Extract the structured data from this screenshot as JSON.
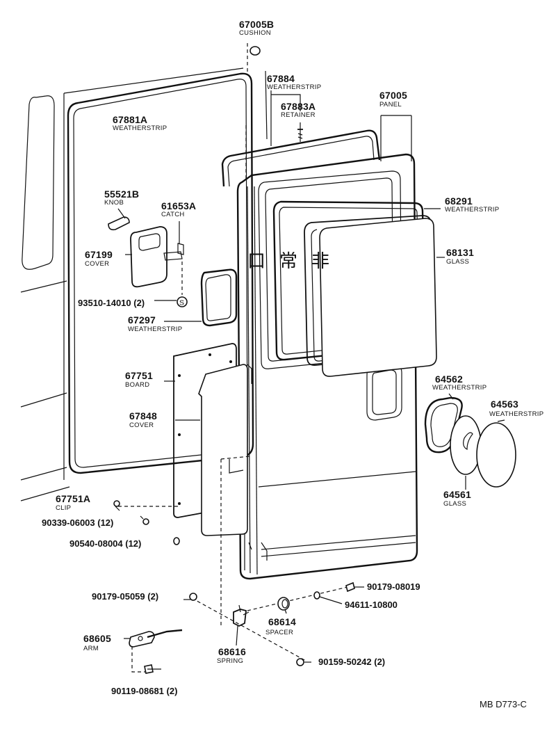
{
  "parts": [
    {
      "id": "p67005B",
      "number": "67005B",
      "name": "CUSHION"
    },
    {
      "id": "p67884",
      "number": "67884",
      "name": "WEATHERSTRIP"
    },
    {
      "id": "p67883A",
      "number": "67883A",
      "name": "RETAINER"
    },
    {
      "id": "p67005",
      "number": "67005",
      "name": "PANEL"
    },
    {
      "id": "p67881A",
      "number": "67881A",
      "name": "WEATHERSTRIP"
    },
    {
      "id": "p55521B",
      "number": "55521B",
      "name": "KNOB"
    },
    {
      "id": "p61653A",
      "number": "61653A",
      "name": "CATCH"
    },
    {
      "id": "p67199",
      "number": "67199",
      "name": "COVER"
    },
    {
      "id": "p68291",
      "number": "68291",
      "name": "WEATHERSTRIP"
    },
    {
      "id": "p68131",
      "number": "68131",
      "name": "GLASS"
    },
    {
      "id": "p93510",
      "number": "93510-14010 (2)",
      "name": ""
    },
    {
      "id": "p67297",
      "number": "67297",
      "name": "WEATHERSTRIP"
    },
    {
      "id": "p67751",
      "number": "67751",
      "name": "BOARD"
    },
    {
      "id": "p64562",
      "number": "64562",
      "name": "WEATHERSTRIP"
    },
    {
      "id": "p64563",
      "number": "64563",
      "name": "WEATHERSTRIP"
    },
    {
      "id": "p67848",
      "number": "67848",
      "name": "COVER"
    },
    {
      "id": "p64561",
      "number": "64561",
      "name": "GLASS"
    },
    {
      "id": "p67751A",
      "number": "67751A",
      "name": "CLIP"
    },
    {
      "id": "p90339",
      "number": "90339-06003 (12)",
      "name": ""
    },
    {
      "id": "p90540",
      "number": "90540-08004 (12)",
      "name": ""
    },
    {
      "id": "p90179_08019",
      "number": "90179-08019",
      "name": ""
    },
    {
      "id": "p90179_05059",
      "number": "90179-05059 (2)",
      "name": ""
    },
    {
      "id": "p94611",
      "number": "94611-10800",
      "name": ""
    },
    {
      "id": "p68614",
      "number": "68614",
      "name": "SPACER"
    },
    {
      "id": "p68605",
      "number": "68605",
      "name": "ARM"
    },
    {
      "id": "p68616",
      "number": "68616",
      "name": "SPRING"
    },
    {
      "id": "p90159",
      "number": "90159-50242 (2)",
      "name": ""
    },
    {
      "id": "p90119",
      "number": "90119-08681 (2)",
      "name": ""
    }
  ],
  "glass_marking": "非常口",
  "screw_symbol": "S",
  "diagram_code": "MB D773-C"
}
